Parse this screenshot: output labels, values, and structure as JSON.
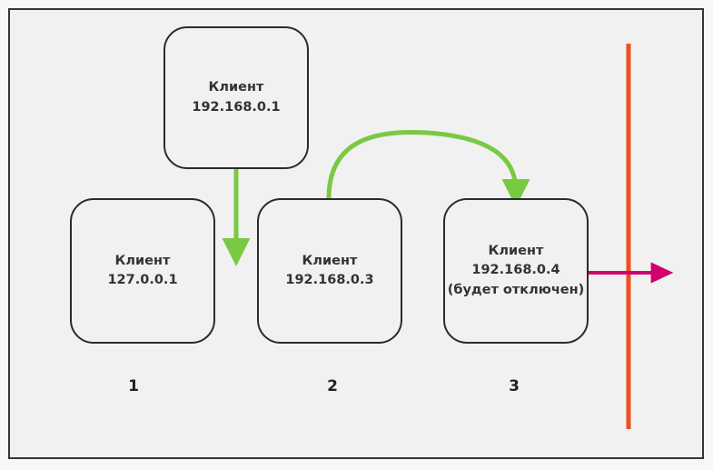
{
  "diagram": {
    "title_present": false,
    "background_color": "#f1f1f1",
    "frame_color": "#32353c",
    "nodes": [
      {
        "id": "node-top",
        "lines": [
          "Клиент",
          "192.168.0.1"
        ],
        "role": "source-client"
      },
      {
        "id": "node-1",
        "lines": [
          "Клиент",
          "127.0.0.1"
        ],
        "role": "localhost-client"
      },
      {
        "id": "node-2",
        "lines": [
          "Клиент",
          "192.168.0.3"
        ],
        "role": "client"
      },
      {
        "id": "node-3",
        "lines": [
          "Клиент",
          "192.168.0.4",
          "(будет отключен)"
        ],
        "role": "client-to-be-disconnected"
      }
    ],
    "step_labels": [
      "1",
      "2",
      "3"
    ],
    "connectors": [
      {
        "name": "green-down-arrow",
        "color": "#7ac943",
        "shape": "straight-vertical",
        "from": "node-top",
        "to": "node-1"
      },
      {
        "name": "green-curved-arrow",
        "color": "#7ac943",
        "shape": "curved-arc",
        "from": "node-2",
        "to": "node-3"
      },
      {
        "name": "magenta-right-arrow",
        "color": "#d0006f",
        "shape": "straight-horizontal",
        "from": "node-3",
        "to": "orange-boundary-line"
      },
      {
        "name": "orange-boundary-line",
        "color": "#f04e23",
        "shape": "vertical-line"
      }
    ]
  }
}
